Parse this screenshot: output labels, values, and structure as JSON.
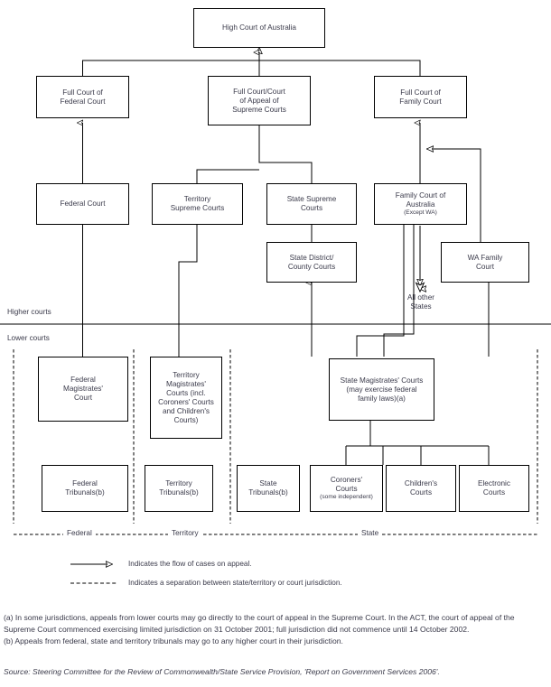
{
  "figure": {
    "title": "Australian court system hierarchy",
    "line_color": "#000000",
    "text_color": "#3a3a4a",
    "background": "#ffffff"
  },
  "bands": {
    "higher_courts_label": "Higher courts",
    "lower_courts_label": "Lower courts"
  },
  "jurisdictions": [
    {
      "id": "federal",
      "label": "Federal"
    },
    {
      "id": "territory",
      "label": "Territory"
    },
    {
      "id": "state",
      "label": "State"
    }
  ],
  "nodes": {
    "high_court": {
      "label": "High Court of Australia"
    },
    "full_federal": {
      "label": "Full Court of\nFederal Court"
    },
    "full_supreme": {
      "label": "Full Court/Court\nof Appeal of\nSupreme Courts"
    },
    "full_family": {
      "label": "Full Court of\nFamily Court"
    },
    "federal_court": {
      "label": "Federal Court"
    },
    "territory_supreme": {
      "label": "Territory\nSupreme Courts"
    },
    "state_supreme": {
      "label": "State Supreme\nCourts"
    },
    "family_court_aus": {
      "label": "Family Court of\nAustralia",
      "sub": "(Except WA)"
    },
    "state_district": {
      "label": "State District/\nCounty Courts"
    },
    "wa_family": {
      "label": "WA Family\nCourt"
    },
    "federal_magistrates": {
      "label": "Federal\nMagistrates'\nCourt"
    },
    "territory_magistrates": {
      "label": "Territory\nMagistrates'\nCourts (incl.\nCoroners' Courts\nand Children's\nCourts)"
    },
    "state_magistrates": {
      "label": "State Magistrates' Courts\n(may exercise federal\nfamily laws)(a)"
    },
    "federal_tribunals": {
      "label": "Federal\nTribunals(b)"
    },
    "territory_tribunals": {
      "label": "Territory\nTribunals(b)"
    },
    "state_tribunals": {
      "label": "State\nTribunals(b)"
    },
    "coroners": {
      "label": "Coroners'\nCourts",
      "sub": "(some independent)"
    },
    "childrens": {
      "label": "Children's\nCourts"
    },
    "electronic": {
      "label": "Electronic\nCourts"
    }
  },
  "annotations": {
    "all_other_states": "All other\nStates"
  },
  "legend": [
    {
      "id": "appeal-flow",
      "style": "arrow",
      "text": "Indicates the flow of cases on appeal."
    },
    {
      "id": "jurisdiction-separation",
      "style": "dashed",
      "text": "Indicates a separation between state/territory or court jurisdiction."
    }
  ],
  "notes": {
    "a": "(a) In some jurisdictions, appeals from lower courts may go directly to the court of appeal in the Supreme Court. In the ACT, the court of appeal of the Supreme Court commenced exercising limited jurisdiction on 31 October 2001; full jurisdiction did not commence until 14 October 2002.",
    "b": "(b) Appeals from federal, state and territory tribunals may go to any higher court in their jurisdiction."
  },
  "source": "Source: Steering Committee for the Review of Commonwealth/State Service Provision, 'Report on Government Services 2006'."
}
